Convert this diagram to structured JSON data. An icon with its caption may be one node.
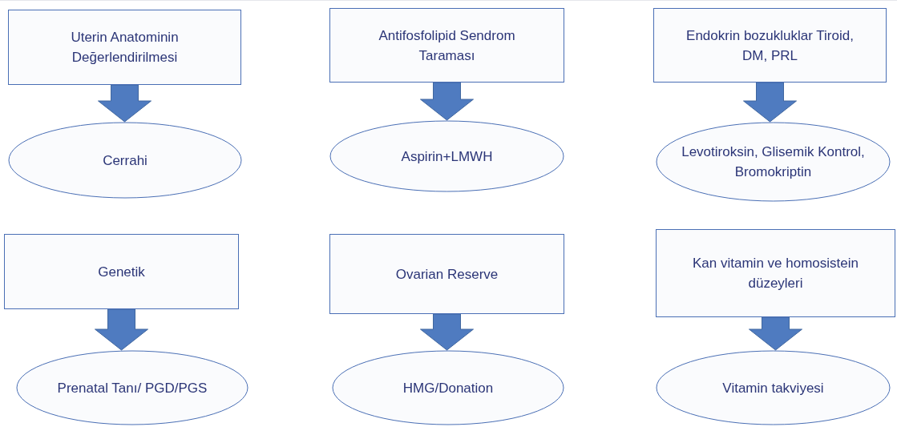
{
  "diagram": {
    "nodes": [
      {
        "text": [
          "Uterin Anatominin Değerlendirilmesi"
        ]
      },
      {
        "text": [
          "Cerrahi"
        ]
      },
      {
        "text": [
          "Antifosfolipid Sendrom Taraması"
        ]
      },
      {
        "text": [
          "Aspirin+LMWH"
        ]
      },
      {
        "text": [
          "Endokrin bozukluklar Tiroid, DM, PRL"
        ]
      },
      {
        "text": [
          "Levotiroksin, Glisemik Kontrol, Bromokriptin"
        ]
      },
      {
        "text": [
          "Genetik"
        ]
      },
      {
        "text": [
          "Prenatal Tanı/ PGD/PGS"
        ]
      },
      {
        "text": [
          "Ovarian Reserve"
        ]
      },
      {
        "text": [
          "HMG/Donation"
        ]
      },
      {
        "text": [
          "Kan vitamin ve homosistein düzeyleri"
        ]
      },
      {
        "text": [
          "Vitamin takviyesi"
        ]
      }
    ],
    "edges": [
      {
        "from": 0,
        "to": 1,
        "arrow": "to",
        "style": "thick"
      },
      {
        "from": 2,
        "to": 3,
        "arrow": "to",
        "style": "thick"
      },
      {
        "from": 4,
        "to": 5,
        "arrow": "to",
        "style": "thick"
      },
      {
        "from": 6,
        "to": 7,
        "arrow": "to",
        "style": "thick"
      },
      {
        "from": 8,
        "to": 9,
        "arrow": "to",
        "style": "thick"
      },
      {
        "from": 10,
        "to": 11,
        "arrow": "to",
        "style": "thick"
      }
    ]
  }
}
